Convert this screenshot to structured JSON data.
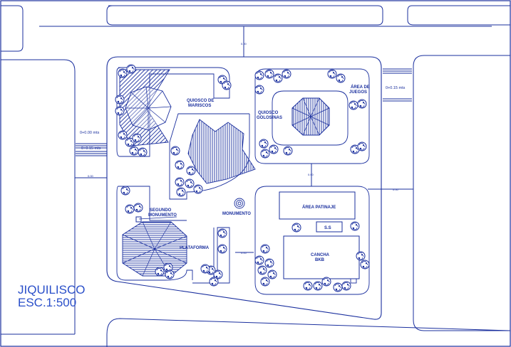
{
  "plan": {
    "title": "JIQUILISCO",
    "scale": "ESC.1:500",
    "labels": {
      "quiosco_mariscos_1": "QUIOSCO DE",
      "quiosco_mariscos_2": "MARISCOS",
      "quiosco_golosinas_1": "QUIOSCO",
      "quiosco_golosinas_2": "GOLOSINAS",
      "area_juegos_1": "ÁREA DE",
      "area_juegos_2": "JUEGOS",
      "segundo_monumento_1": "SEGUNDO",
      "segundo_monumento_2": "MONUMENTO",
      "monumento": "MONUMENTO",
      "plataforma": "PLATAFORMA",
      "area_patinaje": "ÁREA PATINAJE",
      "ss": "S.S",
      "cancha_1": "CANCHA",
      "cancha_2": "BKB"
    },
    "dimensions": {
      "top_street": "0.00",
      "right_level": "0+0.15 mts",
      "left_level_1": "0+0.00 mts",
      "left_level_2": "0+0.15 mts",
      "left_dim": "0.00",
      "mid_dim": "0.00",
      "right_dim": "0.00",
      "bottom_dim": "0.00"
    },
    "colors": {
      "line": "#1a2f9e",
      "fill": "#2339b8",
      "title": "#2a4fc9"
    }
  }
}
